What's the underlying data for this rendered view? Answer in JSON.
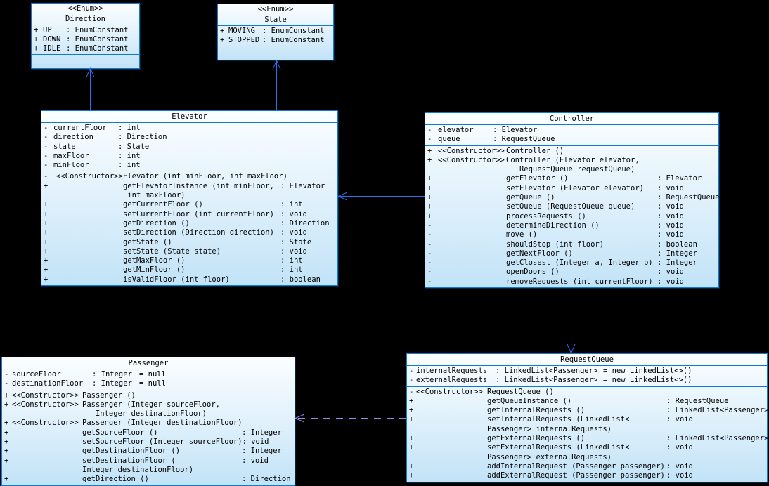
{
  "colors": {
    "canvas": "#000000",
    "border": "#0e7ad2",
    "fill_top": "#fbfeff",
    "fill_bot": "#c2e3f7",
    "text": "#000000",
    "conn": "#2a6ef2",
    "dep": "#8b8bf0"
  },
  "classes": {
    "direction": {
      "stereotype": "<<Enum>>",
      "name": "Direction",
      "attributes": [
        {
          "vis": "+",
          "name": "UP",
          "type": ": EnumConstant"
        },
        {
          "vis": "+",
          "name": "DOWN",
          "type": ": EnumConstant"
        },
        {
          "vis": "+",
          "name": "IDLE",
          "type": ": EnumConstant"
        }
      ],
      "methods": []
    },
    "state": {
      "stereotype": "<<Enum>>",
      "name": "State",
      "attributes": [
        {
          "vis": "+",
          "name": "MOVING",
          "type": ": EnumConstant"
        },
        {
          "vis": "+",
          "name": "STOPPED",
          "type": ": EnumConstant"
        }
      ],
      "methods": []
    },
    "elevator": {
      "name": "Elevator",
      "attributes": [
        {
          "vis": "-",
          "name": "currentFloor",
          "type": ": int"
        },
        {
          "vis": "-",
          "name": "direction",
          "type": ": Direction"
        },
        {
          "vis": "-",
          "name": "state",
          "type": ": State"
        },
        {
          "vis": "-",
          "name": "maxFloor",
          "type": ": int"
        },
        {
          "vis": "-",
          "name": "minFloor",
          "type": ": int"
        }
      ],
      "methods": [
        {
          "vis": "-",
          "kw": "<<Constructor>>",
          "sig": "Elevator (int minFloor, int maxFloor)",
          "ret": ""
        },
        {
          "vis": "+",
          "kw": "",
          "sig": "getElevatorInstance (int minFloor,\n int maxFloor)",
          "ret": ": Elevator"
        },
        {
          "vis": "+",
          "kw": "",
          "sig": "getCurrentFloor ()",
          "ret": ": int"
        },
        {
          "vis": "+",
          "kw": "",
          "sig": "setCurrentFloor (int currentFloor)",
          "ret": ": void"
        },
        {
          "vis": "+",
          "kw": "",
          "sig": "getDirection ()",
          "ret": ": Direction"
        },
        {
          "vis": "+",
          "kw": "",
          "sig": "setDirection (Direction direction)",
          "ret": ": void"
        },
        {
          "vis": "+",
          "kw": "",
          "sig": "getState ()",
          "ret": ": State"
        },
        {
          "vis": "+",
          "kw": "",
          "sig": "setState (State state)",
          "ret": ": void"
        },
        {
          "vis": "+",
          "kw": "",
          "sig": "getMaxFloor ()",
          "ret": ": int"
        },
        {
          "vis": "+",
          "kw": "",
          "sig": "getMinFloor ()",
          "ret": ": int"
        },
        {
          "vis": "+",
          "kw": "",
          "sig": "isValidFloor (int floor)",
          "ret": ": boolean"
        }
      ]
    },
    "controller": {
      "name": "Controller",
      "attributes": [
        {
          "vis": "-",
          "name": "elevator",
          "type": ": Elevator"
        },
        {
          "vis": "-",
          "name": "queue",
          "type": ": RequestQueue"
        }
      ],
      "methods": [
        {
          "vis": "+",
          "kw": "<<Constructor>>",
          "sig": "Controller ()",
          "ret": ""
        },
        {
          "vis": "+",
          "kw": "<<Constructor>>",
          "sig": "Controller (Elevator elevator,\n   RequestQueue requestQueue)",
          "ret": ""
        },
        {
          "vis": "+",
          "kw": "",
          "sig": "getElevator ()",
          "ret": ": Elevator"
        },
        {
          "vis": "+",
          "kw": "",
          "sig": "setElevator (Elevator elevator)",
          "ret": ": void"
        },
        {
          "vis": "+",
          "kw": "",
          "sig": "getQueue ()",
          "ret": ": RequestQueue"
        },
        {
          "vis": "+",
          "kw": "",
          "sig": "setQueue (RequestQueue queue)",
          "ret": ": void"
        },
        {
          "vis": "+",
          "kw": "",
          "sig": "processRequests ()",
          "ret": ": void"
        },
        {
          "vis": "-",
          "kw": "",
          "sig": "determineDirection ()",
          "ret": ": void"
        },
        {
          "vis": "-",
          "kw": "",
          "sig": "move ()",
          "ret": ": void"
        },
        {
          "vis": "-",
          "kw": "",
          "sig": "shouldStop (int floor)",
          "ret": ": boolean"
        },
        {
          "vis": "-",
          "kw": "",
          "sig": "getNextFloor ()",
          "ret": ": Integer"
        },
        {
          "vis": "-",
          "kw": "",
          "sig": "getClosest (Integer a, Integer b)",
          "ret": ": Integer"
        },
        {
          "vis": "-",
          "kw": "",
          "sig": "openDoors ()",
          "ret": ": void"
        },
        {
          "vis": "-",
          "kw": "",
          "sig": "removeRequests (int currentFloor)",
          "ret": ": void"
        }
      ]
    },
    "passenger": {
      "name": "Passenger",
      "attributes": [
        {
          "vis": "-",
          "name": "sourceFloor",
          "type": ": Integer",
          "default": "= null"
        },
        {
          "vis": "-",
          "name": "destinationFloor",
          "type": ": Integer",
          "default": "= null"
        }
      ],
      "methods": [
        {
          "vis": "+",
          "kw": "<<Constructor>>",
          "sig": "Passenger ()",
          "ret": ""
        },
        {
          "vis": "+",
          "kw": "<<Constructor>>",
          "sig": "Passenger (Integer sourceFloor,\n   Integer destinationFloor)",
          "ret": ""
        },
        {
          "vis": "+",
          "kw": "<<Constructor>>",
          "sig": "Passenger (Integer destinationFloor)",
          "ret": ""
        },
        {
          "vis": "+",
          "kw": "",
          "sig": "getSourceFloor ()",
          "ret": ": Integer"
        },
        {
          "vis": "+",
          "kw": "",
          "sig": "setSourceFloor (Integer sourceFloor)",
          "ret": ": void"
        },
        {
          "vis": "+",
          "kw": "",
          "sig": "getDestinationFloor ()",
          "ret": ": Integer"
        },
        {
          "vis": "+",
          "kw": "",
          "sig": "setDestinationFloor (\nInteger destinationFloor)",
          "ret": ": void"
        },
        {
          "vis": "+",
          "kw": "",
          "sig": "getDirection ()",
          "ret": ": Direction"
        }
      ]
    },
    "request_queue": {
      "name": "RequestQueue",
      "attributes": [
        {
          "vis": "-",
          "name": "internalRequests",
          "type": ": LinkedList<Passenger>",
          "default": "= new LinkedList<>()"
        },
        {
          "vis": "-",
          "name": "externalRequests",
          "type": ": LinkedList<Passenger>",
          "default": "= new LinkedList<>()"
        }
      ],
      "methods": [
        {
          "vis": "-",
          "kw": "<<Constructor>>",
          "sig": "RequestQueue ()",
          "ret": ""
        },
        {
          "vis": "+",
          "kw": "",
          "sig": "getQueueInstance ()",
          "ret": ": RequestQueue"
        },
        {
          "vis": "+",
          "kw": "",
          "sig": "getInternalRequests ()",
          "ret": ": LinkedList<Passenger>"
        },
        {
          "vis": "+",
          "kw": "",
          "sig": "setInternalRequests (LinkedList<\nPassenger> internalRequests)",
          "ret": ": void"
        },
        {
          "vis": "+",
          "kw": "",
          "sig": "getExternalRequests ()",
          "ret": ": LinkedList<Passenger>"
        },
        {
          "vis": "+",
          "kw": "",
          "sig": "setExternalRequests (LinkedList<\nPassenger> externalRequests)",
          "ret": ": void"
        },
        {
          "vis": "+",
          "kw": "",
          "sig": "addInternalRequest (Passenger passenger)",
          "ret": ": void"
        },
        {
          "vis": "+",
          "kw": "",
          "sig": "addExternalRequest (Passenger passenger)",
          "ret": ": void"
        }
      ]
    }
  },
  "relationships": [
    {
      "from": "Elevator",
      "to": "Direction",
      "kind": "association",
      "line": "solid"
    },
    {
      "from": "Elevator",
      "to": "State",
      "kind": "association",
      "line": "solid"
    },
    {
      "from": "Controller",
      "to": "Elevator",
      "kind": "association",
      "line": "solid"
    },
    {
      "from": "Controller",
      "to": "RequestQueue",
      "kind": "association",
      "line": "solid"
    },
    {
      "from": "RequestQueue",
      "to": "Passenger",
      "kind": "dependency",
      "line": "dashed"
    }
  ]
}
